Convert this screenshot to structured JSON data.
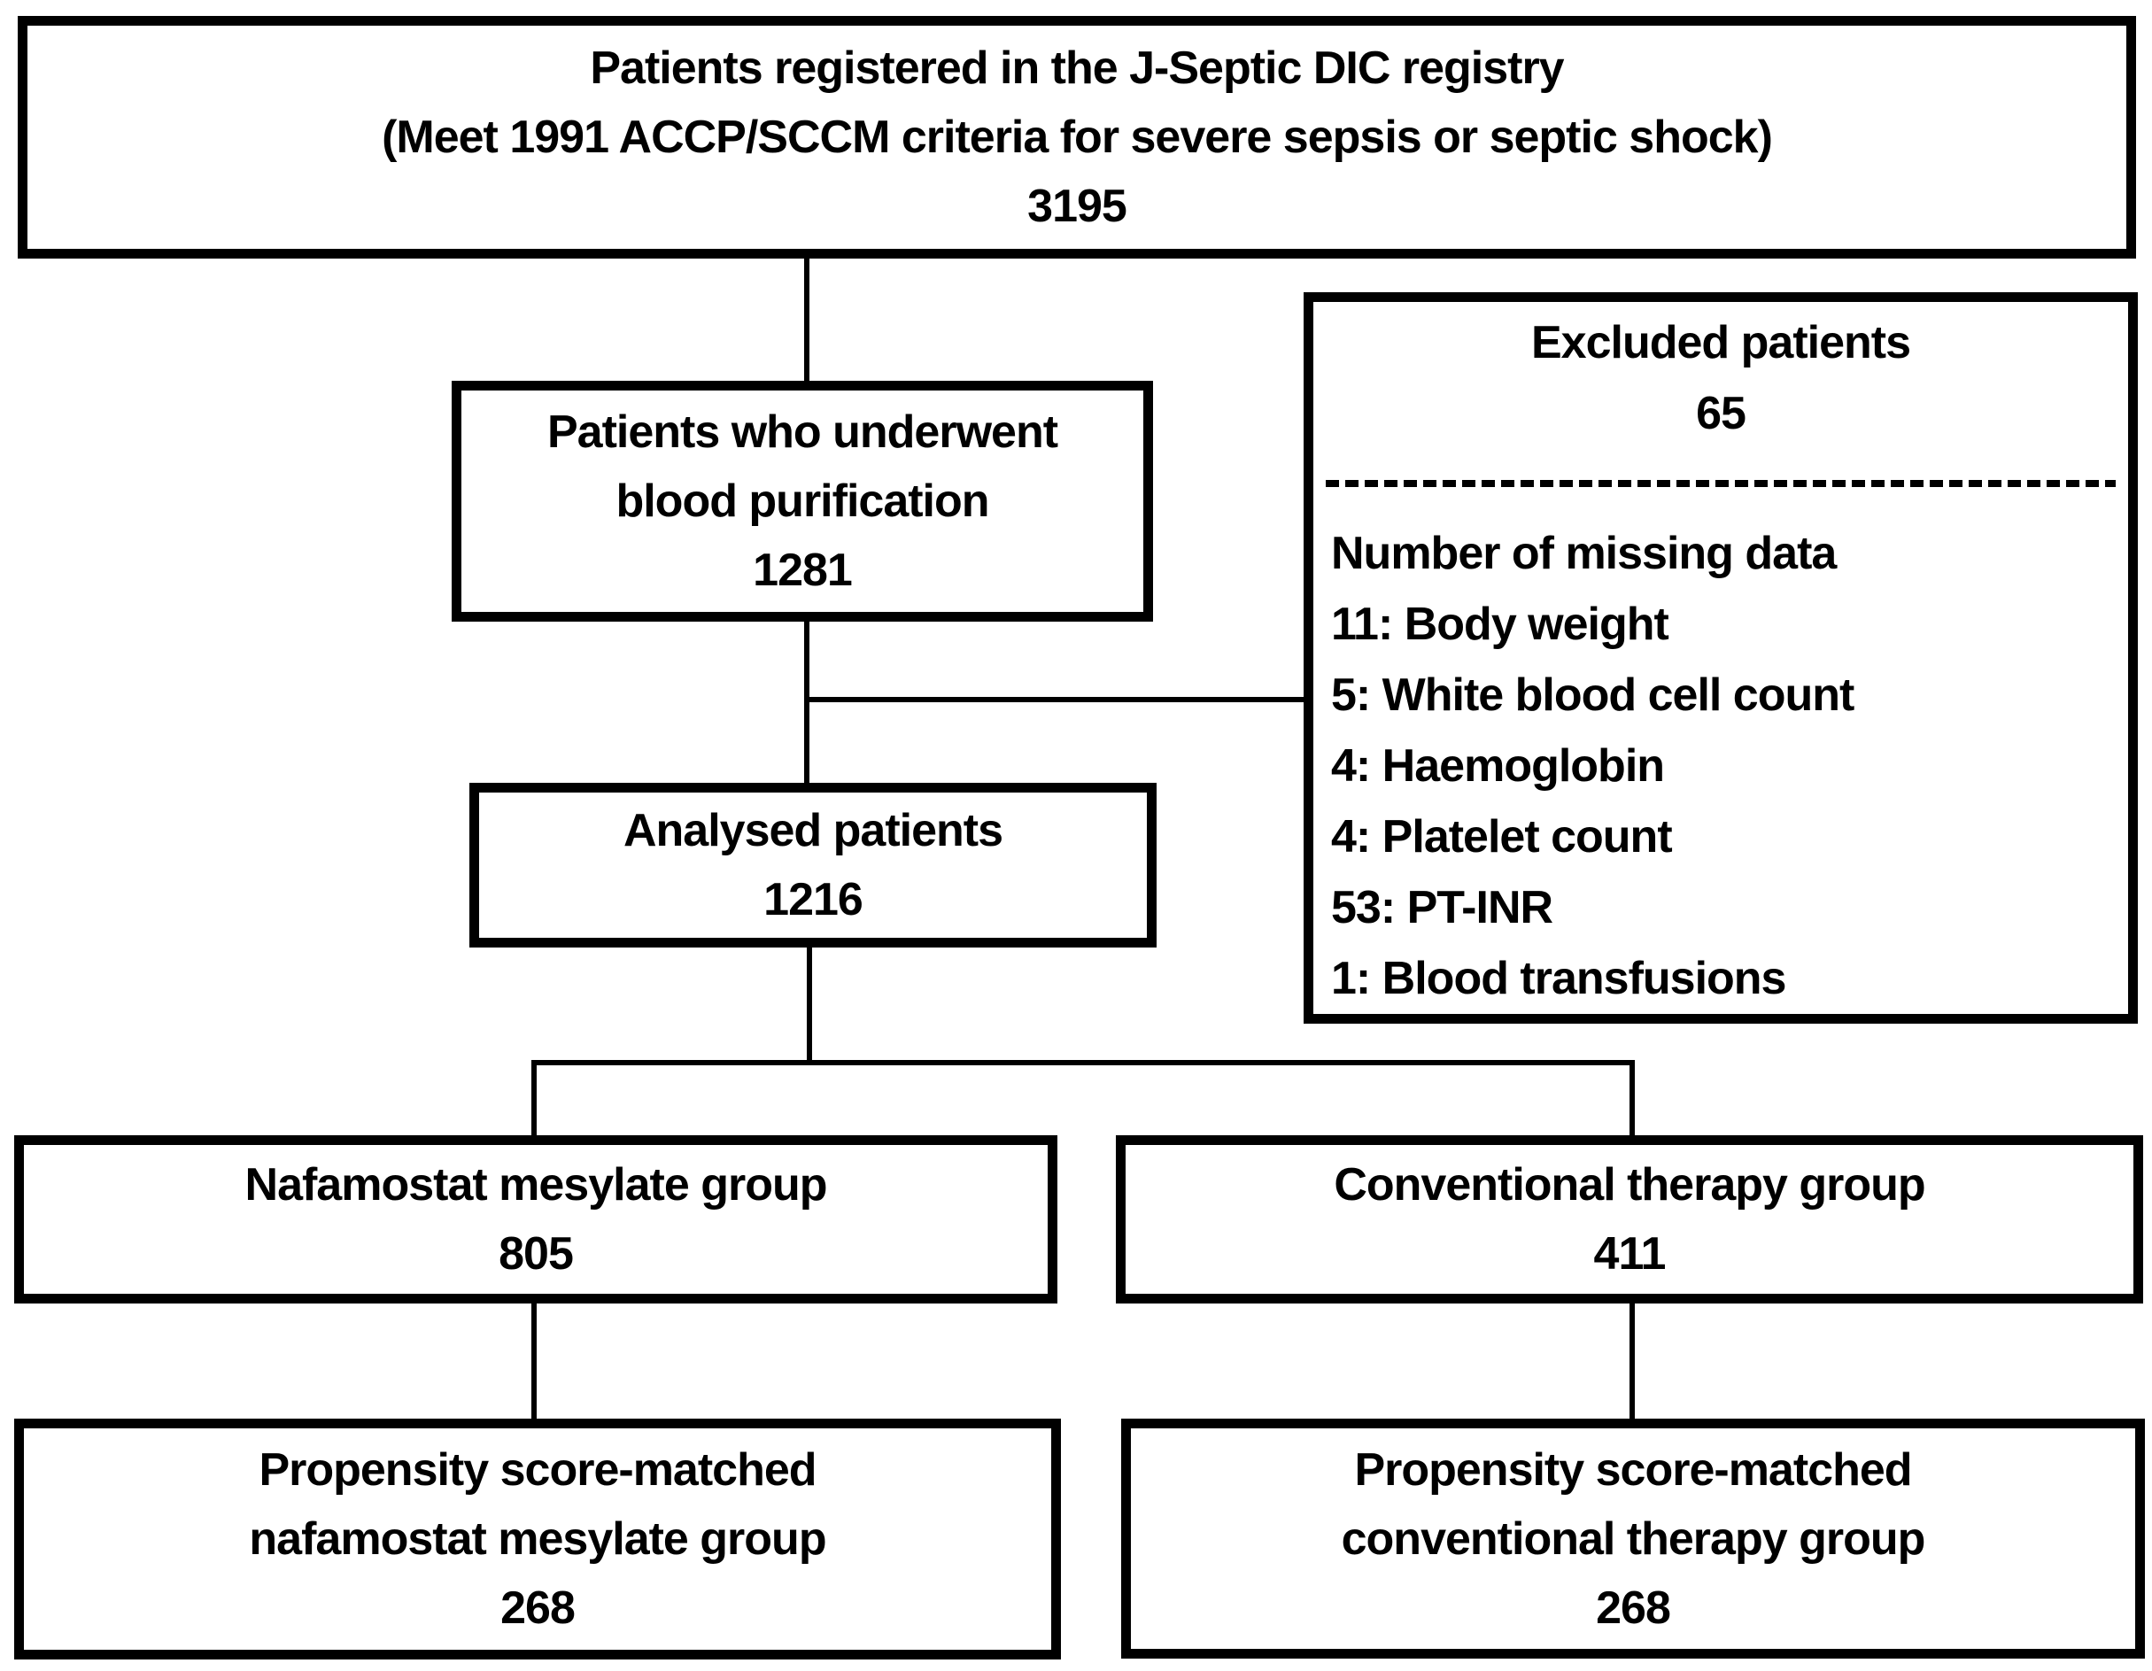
{
  "flowchart": {
    "colors": {
      "border": "#000000",
      "background": "#ffffff",
      "text": "#000000"
    },
    "registry_box": {
      "title": "Patients registered in the J-Septic DIC registry",
      "subtitle": "(Meet 1991 ACCP/SCCM criteria for severe sepsis or septic shock)",
      "count": "3195"
    },
    "purification_box": {
      "line1": "Patients who underwent",
      "line2": "blood purification",
      "count": "1281"
    },
    "excluded_box": {
      "title": "Excluded patients",
      "count": "65",
      "missing_data_header": "Number of missing data",
      "missing_items": [
        "11: Body weight",
        "5: White blood cell count",
        "4: Haemoglobin",
        "4: Platelet count",
        "53: PT-INR",
        "1: Blood transfusions"
      ]
    },
    "analysed_box": {
      "title": "Analysed patients",
      "count": "1216"
    },
    "nafamostat_box": {
      "title": "Nafamostat mesylate group",
      "count": "805"
    },
    "conventional_box": {
      "title": "Conventional therapy group",
      "count": "411"
    },
    "matched_nafamostat_box": {
      "line1": "Propensity score-matched",
      "line2": "nafamostat mesylate group",
      "count": "268"
    },
    "matched_conventional_box": {
      "line1": "Propensity score-matched",
      "line2": "conventional therapy group",
      "count": "268"
    }
  }
}
